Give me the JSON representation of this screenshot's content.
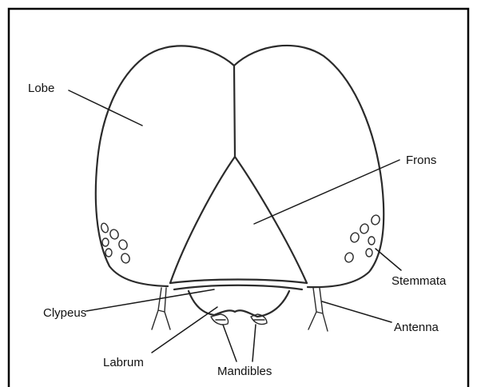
{
  "labels": {
    "lobe": "Lobe",
    "frons": "Frons",
    "stemmata": "Stemmata",
    "clypeus": "Clypeus",
    "antenna": "Antenna",
    "labrum": "Labrum",
    "mandibles": "Mandibles"
  },
  "colors": {
    "ink": "#2b2b2b",
    "frame": "#000000",
    "background": "#ffffff"
  }
}
